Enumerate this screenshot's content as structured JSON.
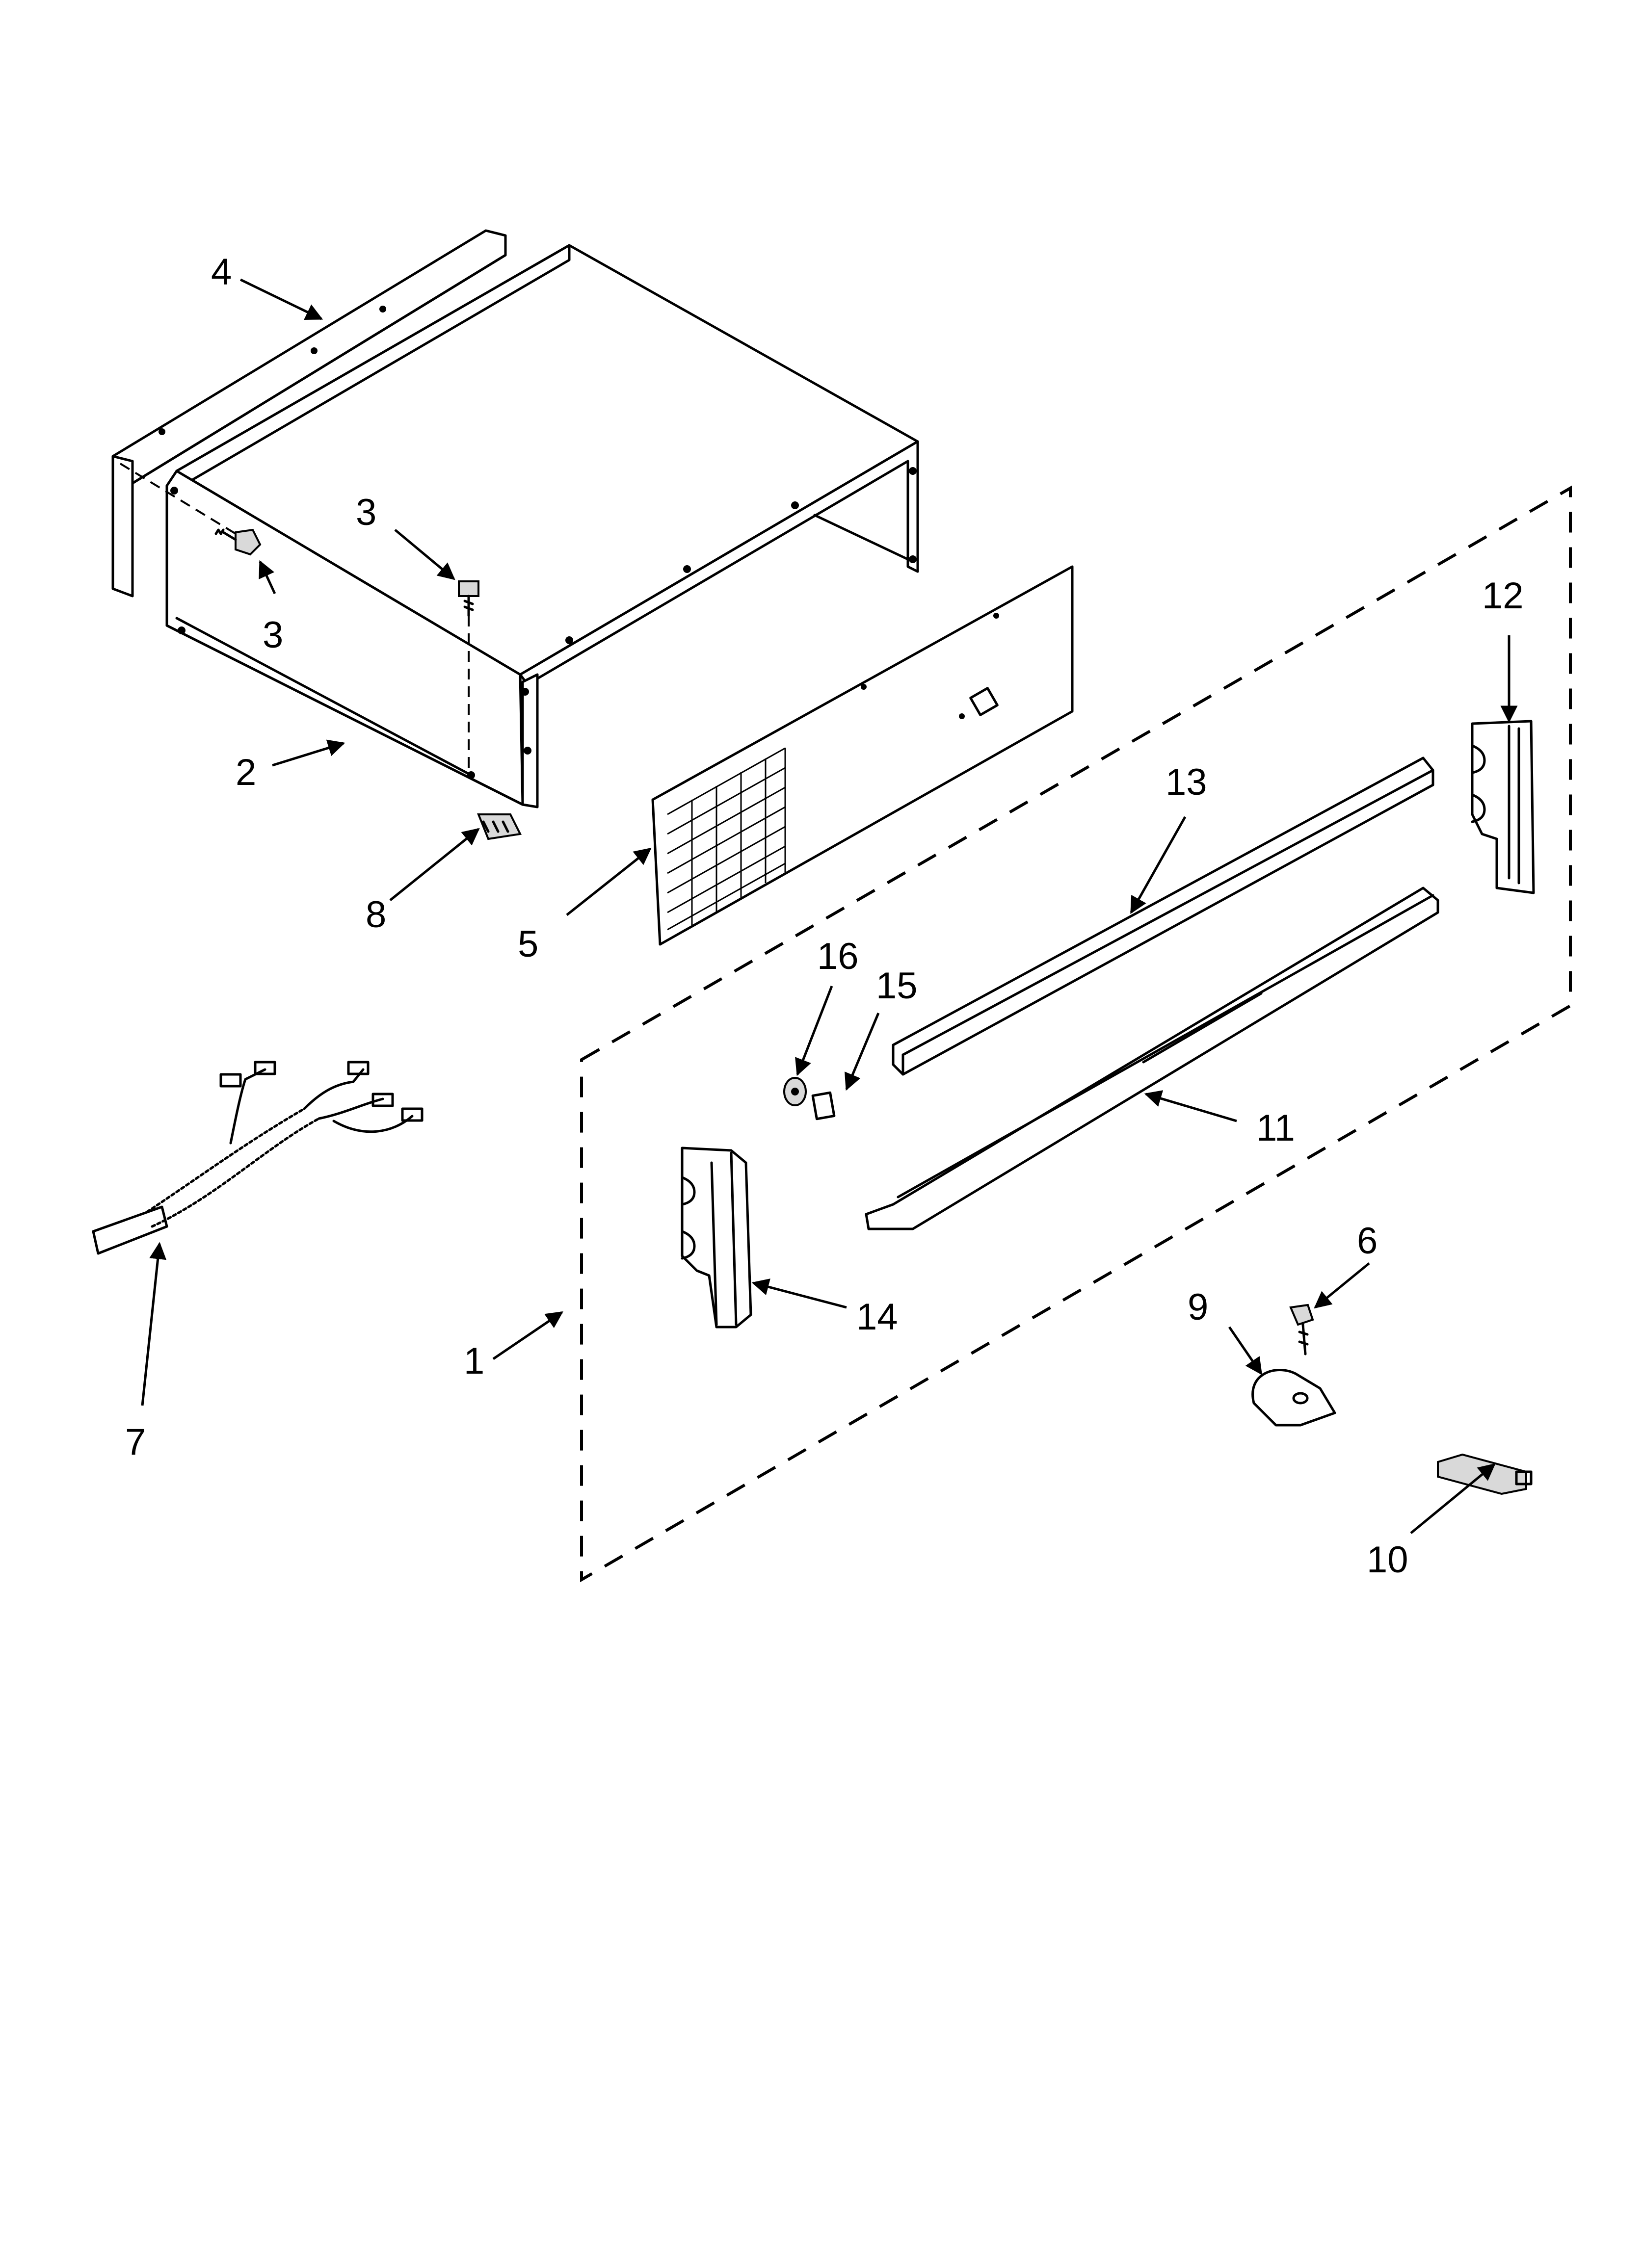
{
  "callouts": {
    "c1": "1",
    "c2": "2",
    "c3a": "3",
    "c3b": "3",
    "c4": "4",
    "c5": "5",
    "c6": "6",
    "c7": "7",
    "c8": "8",
    "c9": "9",
    "c10": "10",
    "c11": "11",
    "c12": "12",
    "c13": "13",
    "c14": "14",
    "c15": "15",
    "c16": "16"
  }
}
